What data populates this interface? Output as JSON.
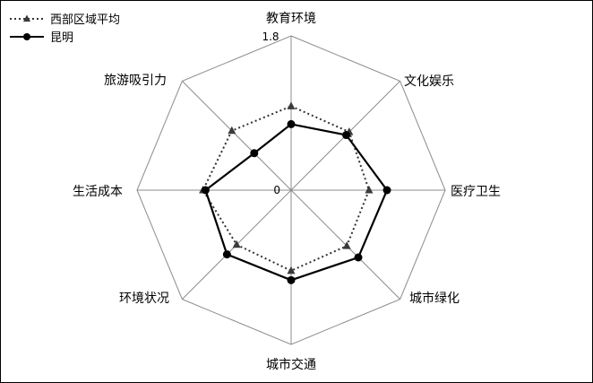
{
  "chart_data": {
    "type": "radar",
    "categories": [
      "教育环境",
      "文化娱乐",
      "医疗卫生",
      "城市绿化",
      "城市交通",
      "环境状况",
      "生活成本",
      "旅游吸引力"
    ],
    "series": [
      {
        "name": "西部区域平均",
        "values": [
          0.98,
          0.96,
          0.91,
          0.92,
          0.94,
          0.9,
          1.03,
          0.98
        ],
        "color": "#333333",
        "line": "dotted",
        "marker": "triangle"
      },
      {
        "name": "昆明",
        "values": [
          0.77,
          0.91,
          1.12,
          1.11,
          1.05,
          1.06,
          1.0,
          0.61
        ],
        "color": "#000000",
        "line": "solid",
        "marker": "circle"
      }
    ],
    "rlim": [
      0,
      1.8
    ],
    "tick_labels": {
      "min": "0",
      "max": "1.8"
    },
    "grid": true,
    "legend": "top-left"
  }
}
